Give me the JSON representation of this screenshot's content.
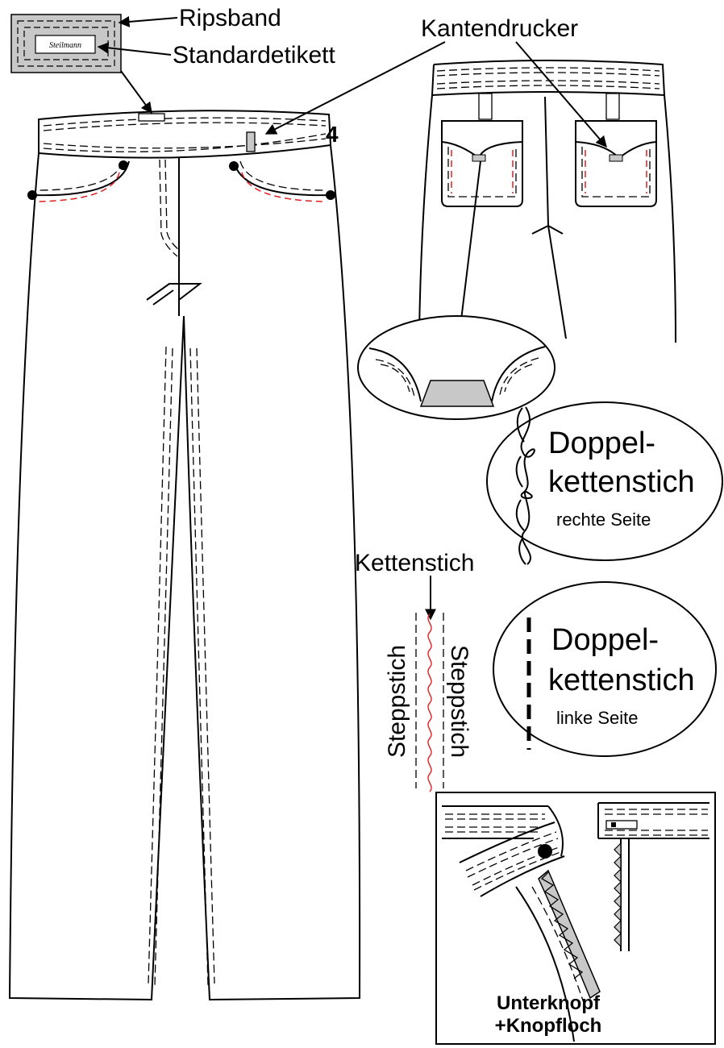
{
  "labels": {
    "ripsband": "Ripsband",
    "standardetikett": "Standardetikett",
    "kantendrucker": "Kantendrucker",
    "size_number": "4",
    "brand": "Steilmann",
    "doppel_right_line1": "Doppel-",
    "doppel_right_line2": "kettenstich",
    "doppel_right_line3": "rechte Seite",
    "kettenstich": "Kettenstich",
    "steppstich_left": "Steppstich",
    "steppstich_right": "Steppstich",
    "doppel_left_line1": "Doppel-",
    "doppel_left_line2": "kettenstich",
    "doppel_left_line3": "linke Seite",
    "unterknopf_line1": "Unterknopf",
    "unterknopf_line2": "+Knopfloch"
  },
  "colors": {
    "line": "#000000",
    "stitch_red": "#e02020",
    "label_grey": "#c8c8c8"
  }
}
